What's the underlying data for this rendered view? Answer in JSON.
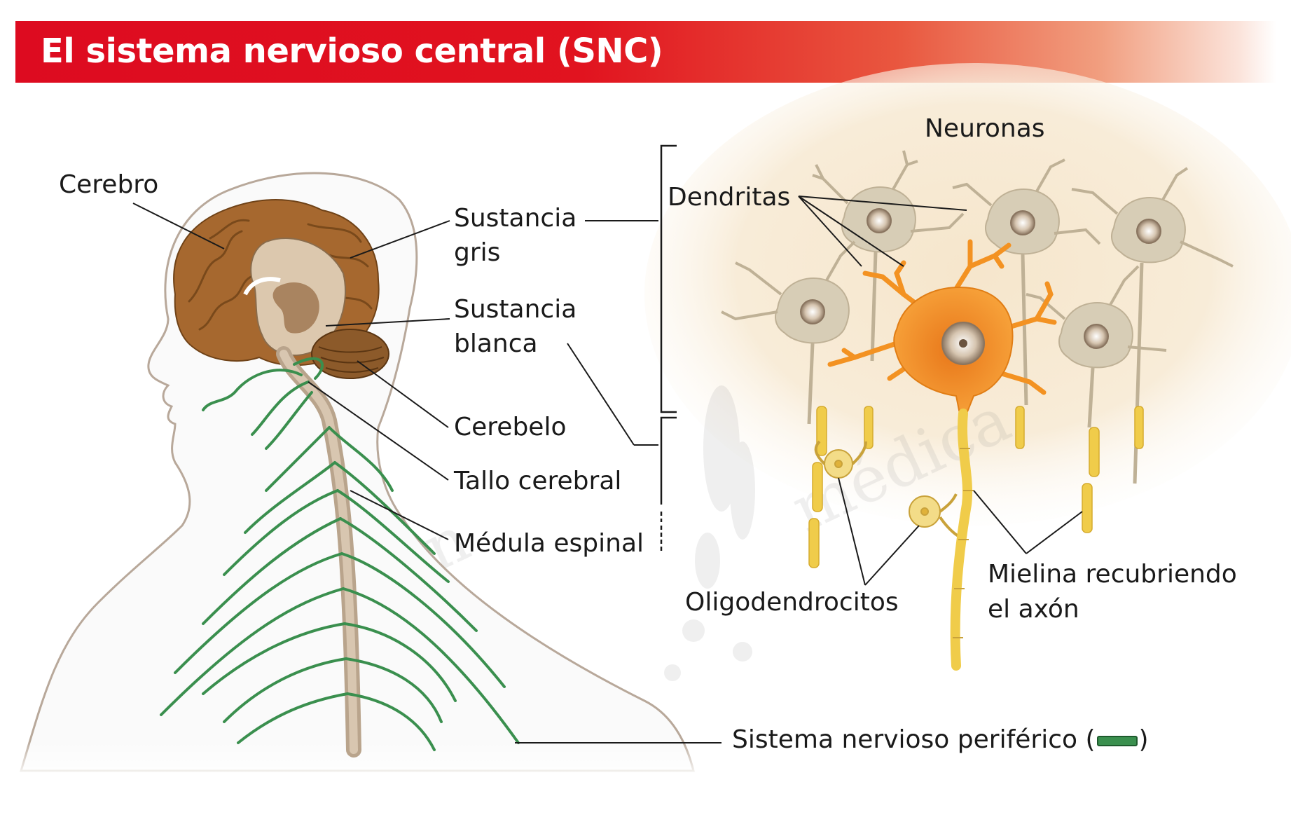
{
  "title": "El sistema nervioso central (SNC)",
  "labels": {
    "cerebro": "Cerebro",
    "sustancia_gris_1": "Sustancia",
    "sustancia_gris_2": "gris",
    "sustancia_blanca_1": "Sustancia",
    "sustancia_blanca_2": "blanca",
    "cerebelo": "Cerebelo",
    "tallo": "Tallo cerebral",
    "medula": "Médula espinal",
    "neuronas": "Neuronas",
    "dendritas": "Dendritas",
    "oligodendrocitos": "Oligodendrocitos",
    "mielina_1": "Mielina recubriendo",
    "mielina_2": "el axón",
    "snp_text": "Sistema nervioso periférico (",
    "snp_close": ")"
  },
  "colors": {
    "title_red": "#dd0b20",
    "brain": "#a6682f",
    "nerve_green": "#3a8f4e",
    "neuron_main": "#f39222",
    "neuron_bg": "#d7cdb6",
    "myelin": "#f0cc4a"
  },
  "watermark": "Ilustración médica"
}
